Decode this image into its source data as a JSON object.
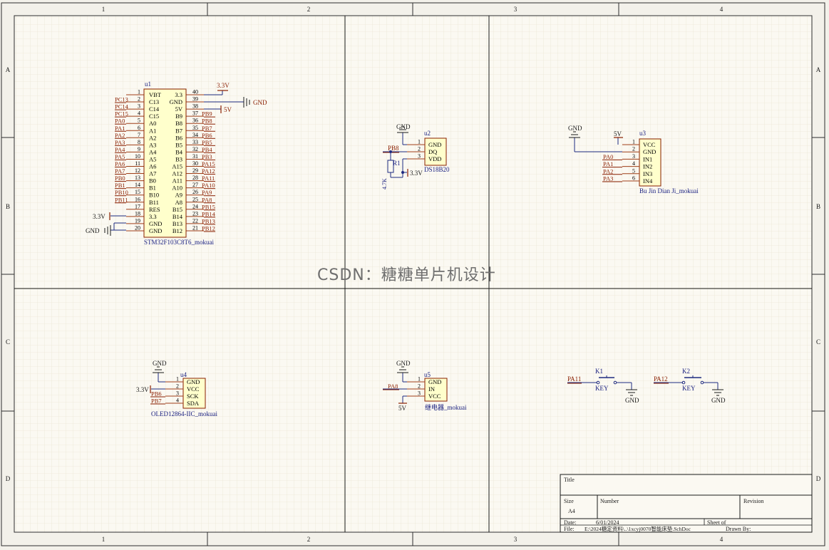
{
  "frame": {
    "col_labels": [
      "1",
      "2",
      "3",
      "4"
    ],
    "row_labels": [
      "A",
      "B",
      "C",
      "D"
    ]
  },
  "watermark": "CSDN：糖糖单片机设计",
  "colors": {
    "background": "#fbf9f2",
    "grid": "#e6e0cc",
    "frame": "#2d2d2d",
    "section_line": "#1a1a1a",
    "body_fill": "#ffffcc",
    "body_border": "#8a1f00",
    "pin_line": "#a0401a",
    "pin_text": "#000000",
    "net_text": "#8a1f00",
    "wire": "#1e2a80",
    "designator": "#1a2080",
    "label_dark": "#1a1a1a"
  },
  "components": {
    "u1": {
      "designator": "u1",
      "name": "STM32F103C8T6_mokuai",
      "left_pins": [
        {
          "num": "1",
          "name": "VBT",
          "net": ""
        },
        {
          "num": "2",
          "name": "C13",
          "net": "PC13"
        },
        {
          "num": "3",
          "name": "C14",
          "net": "PC14"
        },
        {
          "num": "4",
          "name": "C15",
          "net": "PC15"
        },
        {
          "num": "5",
          "name": "A0",
          "net": "PA0"
        },
        {
          "num": "6",
          "name": "A1",
          "net": "PA1"
        },
        {
          "num": "7",
          "name": "A2",
          "net": "PA2"
        },
        {
          "num": "8",
          "name": "A3",
          "net": "PA3"
        },
        {
          "num": "9",
          "name": "A4",
          "net": "PA4"
        },
        {
          "num": "10",
          "name": "A5",
          "net": "PA5"
        },
        {
          "num": "11",
          "name": "A6",
          "net": "PA6"
        },
        {
          "num": "12",
          "name": "A7",
          "net": "PA7"
        },
        {
          "num": "13",
          "name": "B0",
          "net": "PB0"
        },
        {
          "num": "14",
          "name": "B1",
          "net": "PB1"
        },
        {
          "num": "15",
          "name": "B10",
          "net": "PB10"
        },
        {
          "num": "16",
          "name": "B11",
          "net": "PB11"
        },
        {
          "num": "17",
          "name": "RES",
          "net": ""
        },
        {
          "num": "18",
          "name": "3.3",
          "net": ""
        },
        {
          "num": "19",
          "name": "GND",
          "net": ""
        },
        {
          "num": "20",
          "name": "GND",
          "net": ""
        }
      ],
      "right_pins": [
        {
          "num": "40",
          "name": "3.3",
          "net": ""
        },
        {
          "num": "39",
          "name": "GND",
          "net": ""
        },
        {
          "num": "38",
          "name": "5V",
          "net": ""
        },
        {
          "num": "37",
          "name": "B9",
          "net": "PB9"
        },
        {
          "num": "36",
          "name": "B8",
          "net": "PB8"
        },
        {
          "num": "35",
          "name": "B7",
          "net": "PB7"
        },
        {
          "num": "34",
          "name": "B6",
          "net": "PB6"
        },
        {
          "num": "33",
          "name": "B5",
          "net": "PB5"
        },
        {
          "num": "32",
          "name": "B4",
          "net": "PB4"
        },
        {
          "num": "31",
          "name": "B3",
          "net": "PB3"
        },
        {
          "num": "30",
          "name": "A15",
          "net": "PA15"
        },
        {
          "num": "29",
          "name": "A12",
          "net": "PA12"
        },
        {
          "num": "28",
          "name": "A11",
          "net": "PA11"
        },
        {
          "num": "27",
          "name": "A10",
          "net": "PA10"
        },
        {
          "num": "26",
          "name": "A9",
          "net": "PA9"
        },
        {
          "num": "25",
          "name": "A8",
          "net": "PA8"
        },
        {
          "num": "24",
          "name": "B15",
          "net": "PB15"
        },
        {
          "num": "23",
          "name": "B14",
          "net": "PB14"
        },
        {
          "num": "22",
          "name": "B13",
          "net": "PB13"
        },
        {
          "num": "21",
          "name": "B12",
          "net": "PB12"
        }
      ],
      "labels": {
        "v33_top": "3.3V",
        "gnd_right": "GND",
        "v5_right": "5V",
        "v33_left": "3.3V",
        "gnd_left": "GND"
      }
    },
    "u2": {
      "designator": "u2",
      "name": "DS18B20",
      "pins": [
        {
          "num": "1",
          "name": "GND"
        },
        {
          "num": "2",
          "name": "DQ"
        },
        {
          "num": "3",
          "name": "VDD"
        }
      ],
      "labels": {
        "gnd": "GND",
        "net": "PB8",
        "resistor": "R1",
        "resistor_value": "4.7K",
        "vcc": "3.3V"
      }
    },
    "u3": {
      "designator": "u3",
      "name": "Bu Jin Dian Ji_mokuai",
      "pins": [
        {
          "num": "1",
          "name": "VCC",
          "net": ""
        },
        {
          "num": "2",
          "name": "GND",
          "net": ""
        },
        {
          "num": "3",
          "name": "IN1",
          "net": "PA0"
        },
        {
          "num": "4",
          "name": "IN2",
          "net": "PA1"
        },
        {
          "num": "5",
          "name": "IN3",
          "net": "PA2"
        },
        {
          "num": "6",
          "name": "IN4",
          "net": "PA3"
        }
      ],
      "labels": {
        "gnd": "GND",
        "v5": "5V"
      }
    },
    "u4": {
      "designator": "u4",
      "name": "OLED12864-IIC_mokuai",
      "pins": [
        {
          "num": "1",
          "name": "GND",
          "net": ""
        },
        {
          "num": "2",
          "name": "VCC",
          "net": ""
        },
        {
          "num": "3",
          "name": "SCK",
          "net": "PB6"
        },
        {
          "num": "4",
          "name": "SDA",
          "net": "PB7"
        }
      ],
      "labels": {
        "gnd": "GND",
        "vcc": "3.3V"
      }
    },
    "u5": {
      "designator": "u5",
      "name": "继电器_mokuai",
      "pins": [
        {
          "num": "1",
          "name": "GND",
          "net": ""
        },
        {
          "num": "2",
          "name": "IN",
          "net": "PA8"
        },
        {
          "num": "3",
          "name": "VCC",
          "net": ""
        }
      ],
      "labels": {
        "gnd": "GND",
        "v5": "5V"
      }
    },
    "k1": {
      "designator": "K1",
      "name": "KEY",
      "net": "PA11",
      "gnd": "GND"
    },
    "k2": {
      "designator": "K2",
      "name": "KEY",
      "net": "PA12",
      "gnd": "GND"
    }
  },
  "title_block": {
    "title_label": "Title",
    "size_label": "Size",
    "size_value": "A4",
    "number_label": "Number",
    "revision_label": "Revision",
    "date_label": "Date:",
    "date_value": "6/01/2024",
    "sheet_label": "Sheet   of",
    "file_label": "File:",
    "file_value": "E:\\2024糖定资料\\..\\1xcyj0070智能床垫.SchDoc",
    "drawn_label": "Drawn By:"
  }
}
